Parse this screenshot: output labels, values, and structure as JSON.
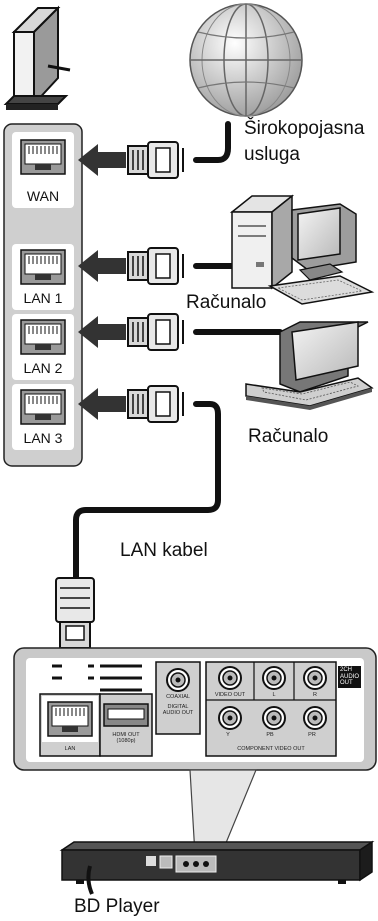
{
  "router": {
    "ports": [
      "WAN",
      "LAN 1",
      "LAN 2",
      "LAN 3"
    ]
  },
  "labels": {
    "internet_line1": "Širokopojasna",
    "internet_line2": "usluga",
    "computer_desktop": "Računalo",
    "computer_laptop": "Računalo",
    "cable": "LAN kabel",
    "player": "BD Player"
  },
  "rear_panel": {
    "lan": "LAN",
    "hdmi": "HDMI OUT",
    "hdmi_sub": "(1080p)",
    "coaxial": "COAXIAL",
    "digital_audio": "DIGITAL",
    "digital_audio_2": "AUDIO OUT",
    "video_out": "VIDEO OUT",
    "audio_l": "L",
    "audio_r": "R",
    "ch2_line1": "2CH",
    "ch2_line2": "AUDIO",
    "ch2_line3": "OUT",
    "comp_y": "Y",
    "comp_pb": "PB",
    "comp_pr": "PR",
    "component": "COMPONENT VIDEO OUT"
  }
}
